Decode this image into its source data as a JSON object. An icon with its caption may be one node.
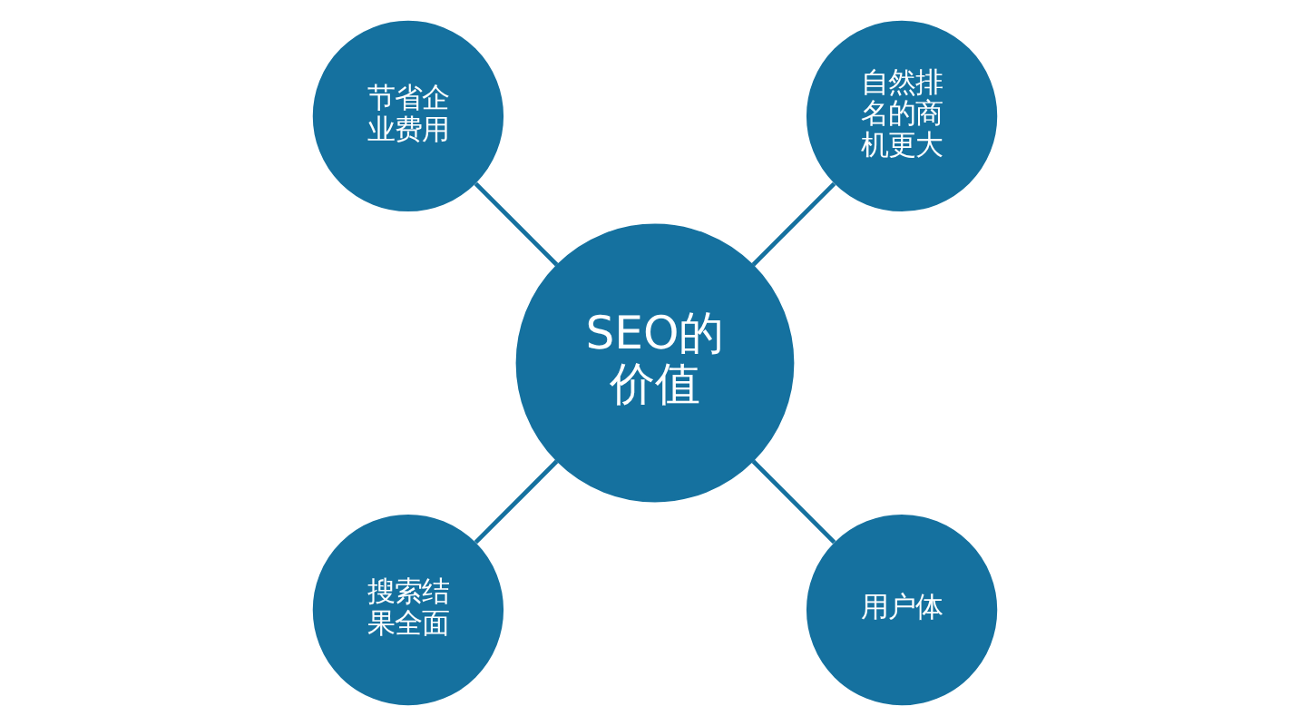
{
  "diagram": {
    "nodes": [
      {
        "text": [
          "SEO的价值"
        ]
      },
      {
        "text": [
          "自然排名的商机更大"
        ]
      },
      {
        "text": [
          "节省企业费用"
        ]
      },
      {
        "text": [
          "搜索结果全面"
        ]
      },
      {
        "text": [
          "用户体"
        ]
      }
    ],
    "edges": [
      {
        "from": 0,
        "to": 1,
        "arrow": "none"
      },
      {
        "from": 0,
        "to": 2,
        "arrow": "none"
      },
      {
        "from": 0,
        "to": 3,
        "arrow": "none"
      },
      {
        "from": 0,
        "to": 4,
        "arrow": "none"
      }
    ]
  }
}
